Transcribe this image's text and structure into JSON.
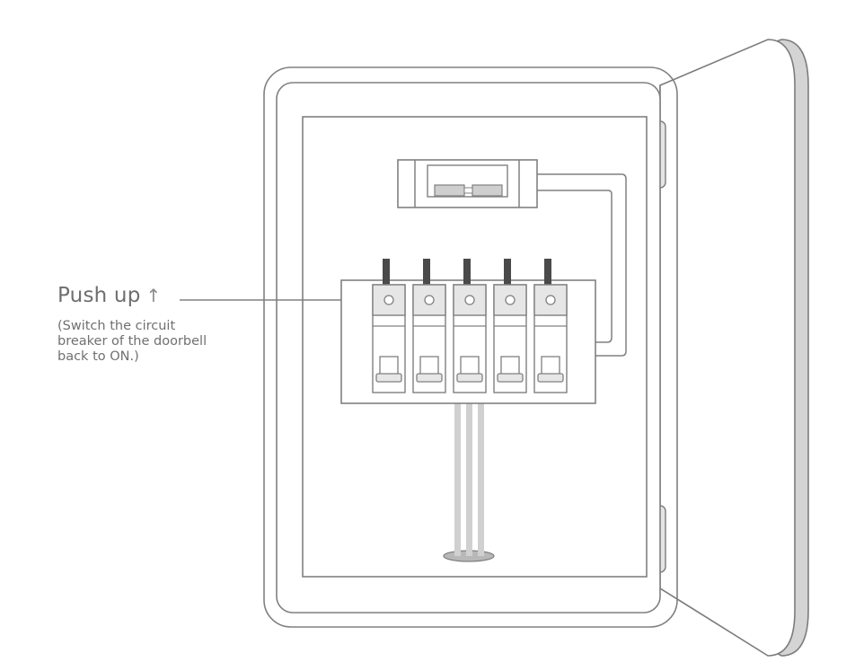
{
  "annotation": {
    "title": "Push up",
    "arrow_icon": "arrow-up-icon",
    "arrow_glyph": "↑",
    "note_lines": [
      "(Switch the circuit",
      "breaker of the doorbell",
      "back to ON.)"
    ]
  },
  "diagram": {
    "subject": "Electrical distribution box with open door",
    "breaker_count": 5,
    "breakers": [
      {
        "id": 1,
        "state": "ON"
      },
      {
        "id": 2,
        "state": "ON"
      },
      {
        "id": 3,
        "state": "ON"
      },
      {
        "id": 4,
        "state": "ON"
      },
      {
        "id": 5,
        "state": "ON"
      }
    ],
    "colors": {
      "stroke": "#808080",
      "fill_light": "#e6e6e6",
      "fill_mid": "#cfcfcf",
      "handle_dark": "#4a4a4a",
      "text": "#6e6e6e"
    }
  }
}
